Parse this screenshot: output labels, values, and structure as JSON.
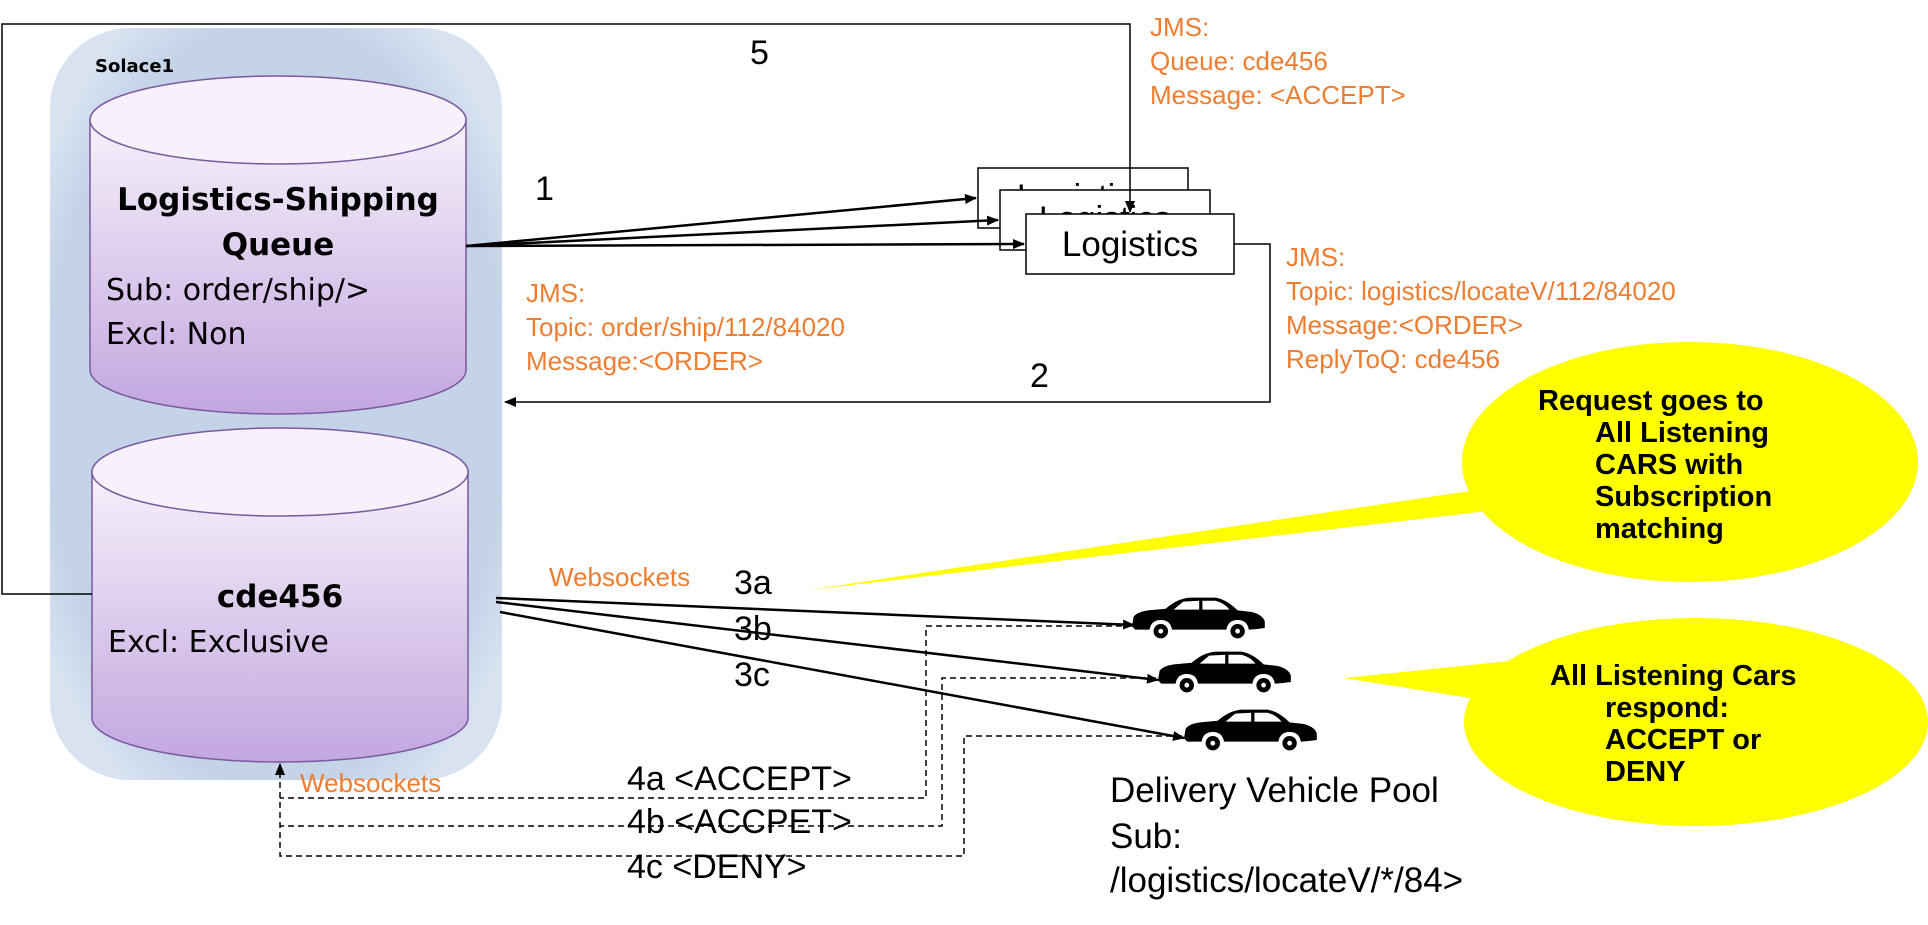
{
  "broker": {
    "name": "Solace1"
  },
  "queues": {
    "shipping": {
      "title_line1": "Logistics-Shipping",
      "title_line2": "Queue",
      "sub": "Sub: order/ship/>",
      "excl": "Excl: Non"
    },
    "reply": {
      "title": "cde456",
      "excl": "Excl: Exclusive"
    }
  },
  "logistics": {
    "label": "Logistics",
    "stack_label_1": "Logistics",
    "stack_label_2": "Logistics"
  },
  "steps": {
    "s1": "1",
    "s2": "2",
    "s3a": "3a",
    "s3b": "3b",
    "s3c": "3c",
    "s4a": "4a <ACCEPT>",
    "s4b": "4b <ACCPET>",
    "s4c": "4c <DENY>",
    "s5": "5"
  },
  "messages": {
    "jms_accept": {
      "l1": "JMS:",
      "l2": "Queue: cde456",
      "l3": "Message: <ACCEPT>"
    },
    "jms_order_topic": {
      "l1": "JMS:",
      "l2": "Topic: order/ship/112/84020",
      "l3": "Message:<ORDER>"
    },
    "jms_locate": {
      "l1": "JMS:",
      "l2": "Topic: logistics/locateV/112/84020",
      "l3": "Message:<ORDER>",
      "l4": "ReplyToQ: cde456"
    },
    "websockets_out": "Websockets",
    "websockets_in": "Websockets"
  },
  "callouts": {
    "request": {
      "l1": "Request goes to",
      "l2": "All Listening",
      "l3": "CARS with",
      "l4": "Subscription",
      "l5": "matching"
    },
    "respond": {
      "l1": "All Listening Cars",
      "l2": "respond:",
      "l3": "ACCEPT or",
      "l4": "DENY"
    }
  },
  "pool": {
    "l1": "Delivery Vehicle Pool",
    "l2": "Sub:",
    "l3": "/logistics/locateV/*/84>"
  },
  "icons": {
    "car": "car-icon"
  },
  "colors": {
    "orange": "#ED7D31",
    "yellow": "#FFFF00",
    "broker_bg": "#C5D3E8",
    "cyl_top": "#F4EEFA",
    "cyl_bottom": "#C2A5DE"
  }
}
